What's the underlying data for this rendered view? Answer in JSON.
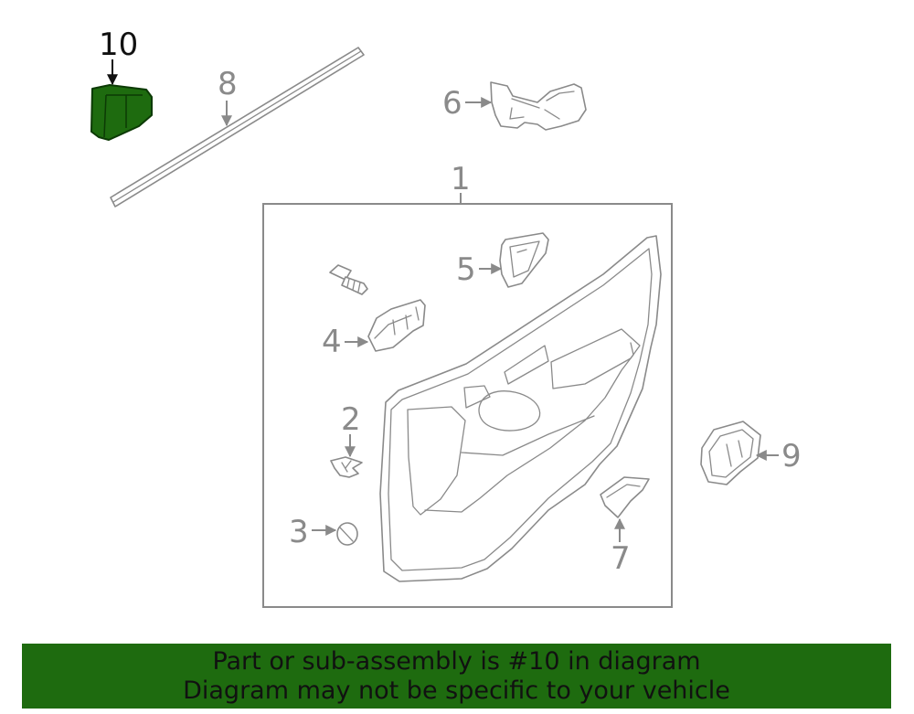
{
  "callouts": {
    "c1": "1",
    "c2": "2",
    "c3": "3",
    "c4": "4",
    "c5": "5",
    "c6": "6",
    "c7": "7",
    "c8": "8",
    "c9": "9",
    "c10": "10"
  },
  "banner": {
    "line1": "Part or sub-assembly is #10 in diagram",
    "line2": "Diagram may not be specific to your vehicle"
  },
  "colors": {
    "highlight": "#1e6b0f",
    "banner_bg": "#1e6b0f",
    "line_art": "#8a8a8a"
  }
}
